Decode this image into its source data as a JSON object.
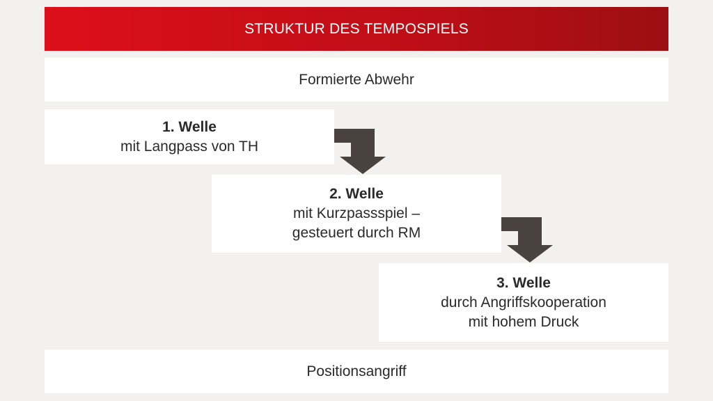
{
  "title": "STRUKTUR DES TEMPOSPIELS",
  "top_box": "Formierte Abwehr",
  "waves": [
    {
      "heading": "1. Welle",
      "lines": [
        "mit Langpass von TH"
      ]
    },
    {
      "heading": "2. Welle",
      "lines": [
        "mit Kurzpassspiel –",
        "gesteuert durch RM"
      ]
    },
    {
      "heading": "3. Welle",
      "lines": [
        "durch Angriffskooperation",
        "mit hohem Druck"
      ]
    }
  ],
  "bottom_box": "Positionsangriff",
  "colors": {
    "header": "#d0101a",
    "arrow": "#4a423e",
    "background": "#f2f1f0"
  }
}
